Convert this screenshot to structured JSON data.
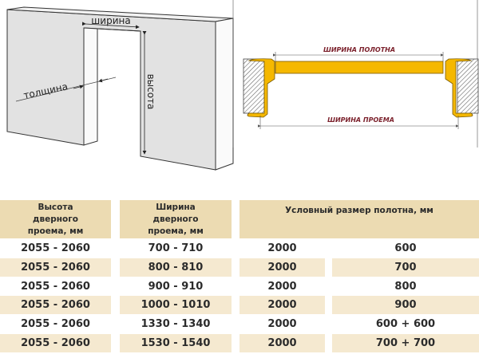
{
  "wall_diagram": {
    "width_label": "ширина",
    "height_label": "высота",
    "thickness_label": "толщина"
  },
  "frame_diagram": {
    "leaf_width_label": "ШИРИНА ПОЛОТНА",
    "opening_width_label": "ШИРИНА ПРОЕМА",
    "frame_color": "#f5b800",
    "label_color": "#7a1f2a"
  },
  "table": {
    "headers": [
      "Высота дверного проема, мм",
      "Ширина дверного проема, мм",
      "Условный размер полотна, мм"
    ],
    "rows": [
      {
        "height": "2055 - 2060",
        "width": "700 - 710",
        "leaf_height": "2000",
        "leaf_width": "600"
      },
      {
        "height": "2055 - 2060",
        "width": "800 - 810",
        "leaf_height": "2000",
        "leaf_width": "700"
      },
      {
        "height": "2055 - 2060",
        "width": "900 - 910",
        "leaf_height": "2000",
        "leaf_width": "800"
      },
      {
        "height": "2055 - 2060",
        "width": "1000 - 1010",
        "leaf_height": "2000",
        "leaf_width": "900"
      },
      {
        "height": "2055 - 2060",
        "width": "1330 - 1340",
        "leaf_height": "2000",
        "leaf_width": "600 + 600"
      },
      {
        "height": "2055 - 2060",
        "width": "1530 - 1540",
        "leaf_height": "2000",
        "leaf_width": "700 + 700"
      }
    ]
  }
}
